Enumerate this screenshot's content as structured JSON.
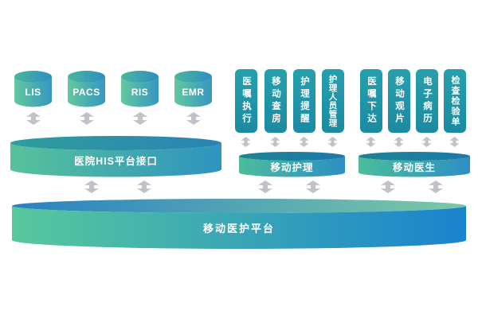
{
  "databases": [
    "LIS",
    "PACS",
    "RIS",
    "EMR"
  ],
  "his_bar": {
    "label": "医院HIS平台接口"
  },
  "nursing": {
    "modules": [
      "医嘱执行",
      "移动查房",
      "护理提醒",
      "护理人员管理"
    ],
    "bar_label": "移动护理"
  },
  "doctor": {
    "modules": [
      "医嘱下达",
      "移动观片",
      "电子病历",
      "检查检验单"
    ],
    "bar_label": "移动医生"
  },
  "platform": {
    "label": "移动医护平台"
  },
  "icons": {
    "connector": "double-arrow"
  },
  "colors": {
    "cylinder_face_start": "#63c89e",
    "cylinder_face_end": "#3697c0",
    "module_box": "#2095a9",
    "bar_face_start": "#4cbd9b",
    "bar_face_end": "#2d8fc4",
    "platform_face_start": "#58c89d",
    "platform_face_end": "#1a83ce",
    "arrow": "#bfc3c7",
    "label_text": "#ffffff"
  }
}
